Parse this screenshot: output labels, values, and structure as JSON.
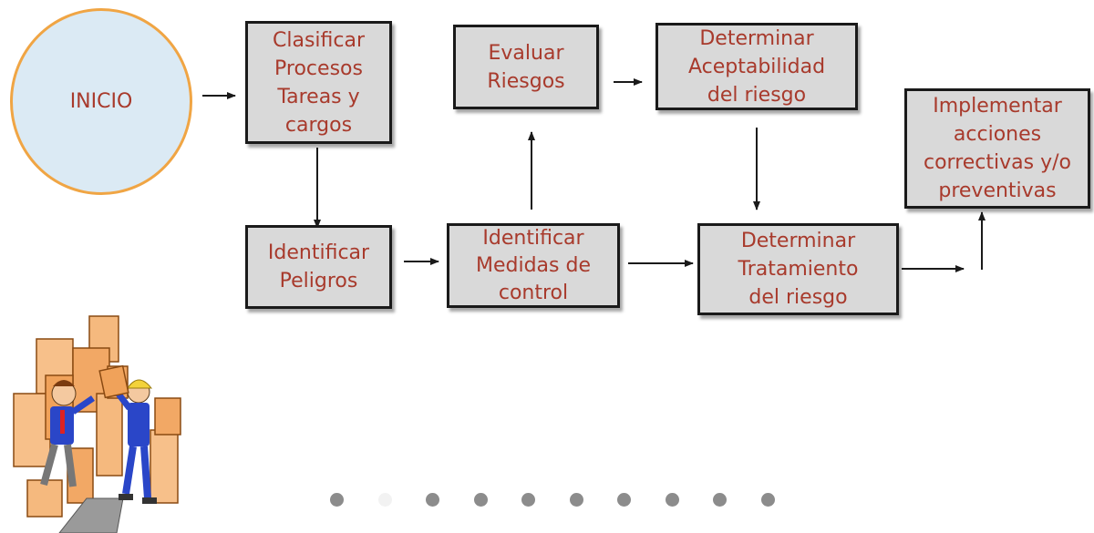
{
  "diagram": {
    "start": {
      "label": "INICIO"
    },
    "steps": [
      {
        "id": "clasificar",
        "label": "Clasificar\nProcesos\nTareas y\ncargos"
      },
      {
        "id": "identificar-peligros",
        "label": "Identificar\nPeligros"
      },
      {
        "id": "identificar-medidas",
        "label": "Identificar\nMedidas de\ncontrol"
      },
      {
        "id": "evaluar",
        "label": "Evaluar\nRiesgos"
      },
      {
        "id": "aceptabilidad",
        "label": "Determinar\nAceptabilidad\ndel riesgo"
      },
      {
        "id": "tratamiento",
        "label": "Determinar\nTratamiento\ndel riesgo"
      },
      {
        "id": "implementar",
        "label": "Implementar\nacciones\ncorrectivas y/o\npreventivas"
      }
    ],
    "colors": {
      "text": "#a83a2c",
      "box_fill": "#d9d9d9",
      "box_border": "#1a1a1a",
      "start_fill": "#dbeaf4",
      "start_border": "#f0a544",
      "arrow": "#1a1a1a"
    }
  },
  "illustration": {
    "icon": "workers-with-falling-boxes-illustration"
  },
  "carousel": {
    "count": 10,
    "active_index": 1
  }
}
